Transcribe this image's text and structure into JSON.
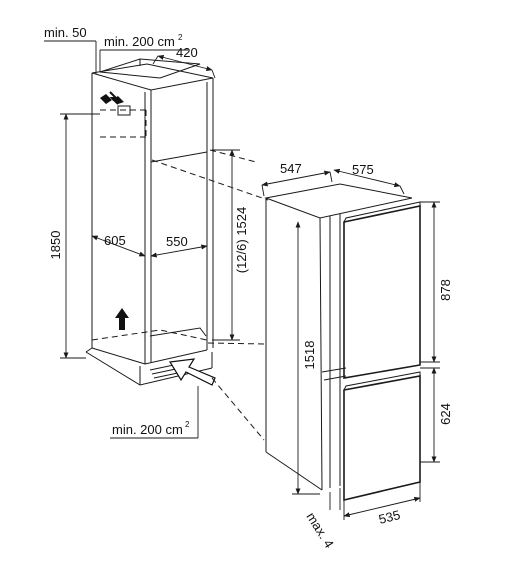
{
  "labels": {
    "top_min": "min. 50",
    "top_vent_text": "min. 200 cm",
    "top_vent_sup": "2",
    "niche_depth_top": "420",
    "niche_height": "1850",
    "niche_depth_side": "605",
    "niche_depth_inner": "550",
    "niche_inner_height": "(12/6) 1524",
    "bottom_vent_text": "min. 200 cm",
    "bottom_vent_sup": "2",
    "appliance_depth": "547",
    "appliance_width_top": "575",
    "appliance_height": "1518",
    "door_upper": "878",
    "door_lower": "624",
    "door_width": "535",
    "gap_max": "max. 4"
  },
  "colors": {
    "line": "#1a1a1a",
    "background": "#ffffff"
  }
}
